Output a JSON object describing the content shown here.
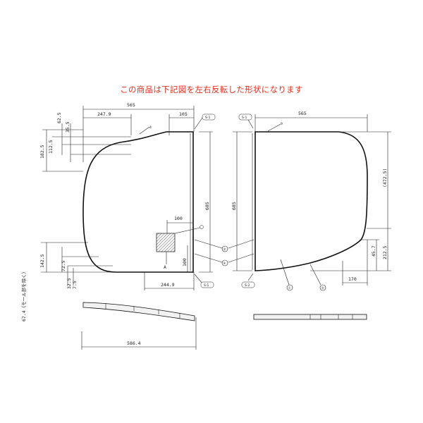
{
  "notice": "この商品は下記図を左右反転した形状になります",
  "dims": {
    "left_top_width": "565",
    "left_top_2479": "247.9",
    "left_top_105": "105",
    "left_62_5": "62.5",
    "left_35_5": "35.5",
    "left_182_5": "182.5",
    "left_112_5": "112.5",
    "left_height_685": "685",
    "left_100_h": "100",
    "left_100_v": "100",
    "left_142_5": "142.5",
    "left_72_5": "72.5",
    "left_32_5": "32.5",
    "left_7_5": "7.5",
    "left_bottom_2449": "244.9",
    "right_top_width": "565",
    "right_height_685": "685",
    "right_472_5": "(472.5)",
    "right_212_5": "212.5",
    "right_45_7": "45.7",
    "right_bottom_170": "170",
    "thickness_label": "67.4（モール部を除く）",
    "side_length": "586.4"
  },
  "tags": {
    "a": "A",
    "s1": "S-1",
    "s2": "S-2",
    "c1": "①",
    "c2": "②",
    "c3": "③",
    "c4": "④",
    "a_label": "A"
  }
}
